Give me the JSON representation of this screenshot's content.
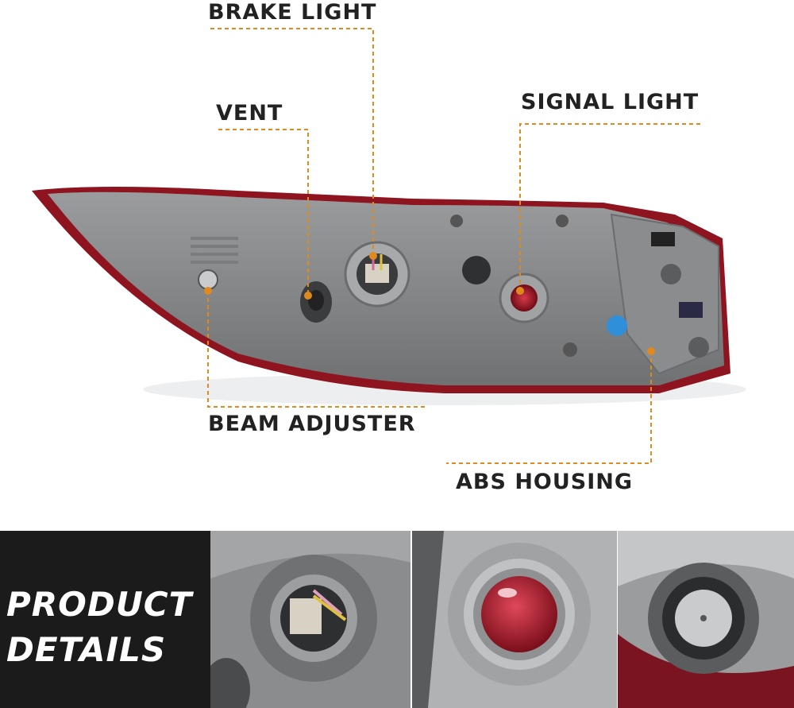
{
  "callouts": {
    "brake_light": "BRAKE LIGHT",
    "vent": "VENT",
    "signal_light": "SIGNAL LIGHT",
    "beam_adjuster": "BEAM ADJUSTER",
    "abs_housing": "ABS HOUSING"
  },
  "details": {
    "line1": "PRODUCT",
    "line2": "DETAILS"
  },
  "colors": {
    "leader_line": "#e08a1e",
    "housing_grey": "#8d8f90",
    "lens_red": "#8e1420",
    "panel_dark": "#1b1b1b"
  }
}
